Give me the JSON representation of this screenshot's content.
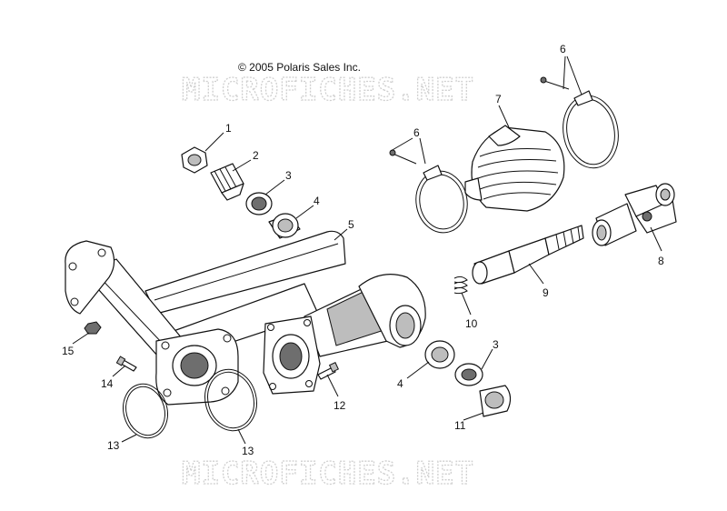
{
  "copyright": "© 2005 Polaris Sales Inc.",
  "watermark": "MICROFICHES.NET",
  "callouts": {
    "c1": "1",
    "c2": "2",
    "c3a": "3",
    "c3b": "3",
    "c4a": "4",
    "c4b": "4",
    "c5": "5",
    "c6a": "6",
    "c6b": "6",
    "c7": "7",
    "c8": "8",
    "c9": "9",
    "c10": "10",
    "c11": "11",
    "c12": "12",
    "c13a": "13",
    "c13b": "13",
    "c14": "14",
    "c15": "15"
  },
  "colors": {
    "line": "#111111",
    "shade": "#bdbdbd",
    "watermark": "#cfcfcf"
  }
}
